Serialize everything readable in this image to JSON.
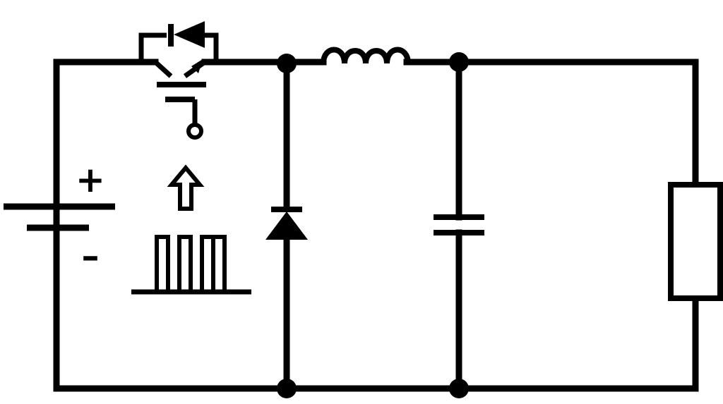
{
  "diagram": {
    "type": "circuit-schematic",
    "colors": {
      "wire": "#000000",
      "background": "#ffffff"
    },
    "components": [
      {
        "id": "dc-source",
        "symbol": "battery-icon"
      },
      {
        "id": "switch",
        "symbol": "igbt-icon"
      },
      {
        "id": "antiparallel-diode",
        "symbol": "diode-icon"
      },
      {
        "id": "pwm-drive",
        "symbol": "pulse-train-icon"
      },
      {
        "id": "freewheel-diode",
        "symbol": "diode-icon"
      },
      {
        "id": "inductor",
        "symbol": "inductor-icon"
      },
      {
        "id": "capacitor",
        "symbol": "capacitor-icon"
      },
      {
        "id": "load",
        "symbol": "resistor-icon"
      }
    ],
    "labels": {
      "plus": "+",
      "minus": "–"
    }
  }
}
